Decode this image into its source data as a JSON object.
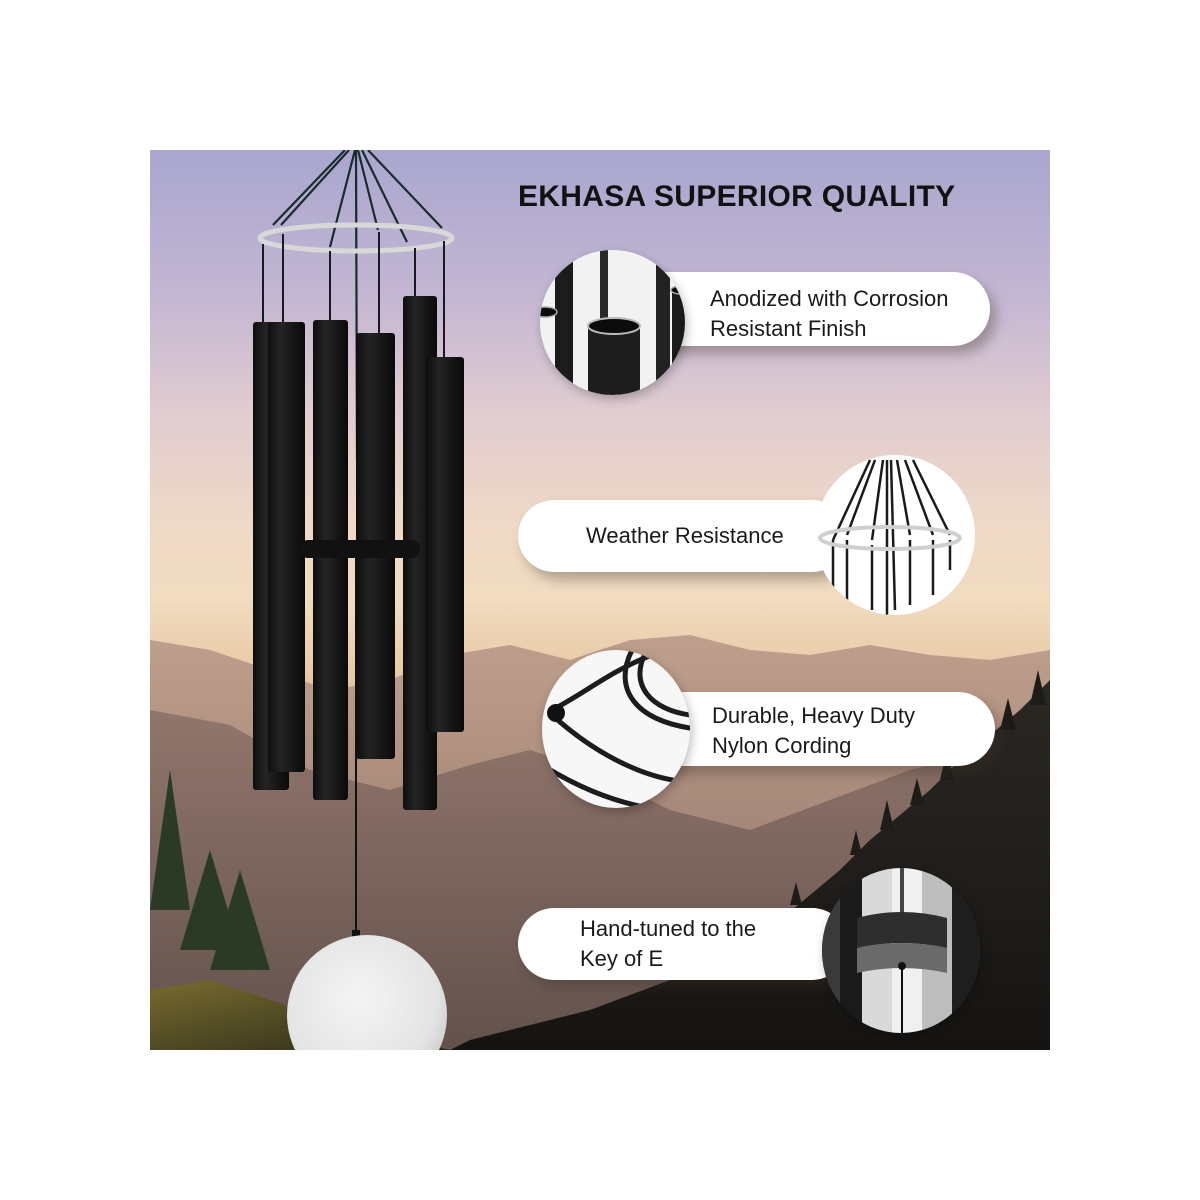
{
  "title": "EKHASA SUPERIOR QUALITY",
  "features": [
    {
      "lines": [
        "Anodized with Corrosion",
        "Resistant Finish"
      ],
      "icon": "tube-closeup-icon"
    },
    {
      "lines": [
        "Weather Resistance"
      ],
      "icon": "ring-frame-icon"
    },
    {
      "lines": [
        "Durable, Heavy Duty",
        "Nylon Cording"
      ],
      "icon": "nylon-cord-icon"
    },
    {
      "lines": [
        "Hand-tuned to the",
        "Key of E"
      ],
      "icon": "striker-closeup-icon"
    }
  ],
  "colors": {
    "tube": "#1a1a1a",
    "ring": "#d8d8d8",
    "sail_ball": "#e9ebea",
    "pill": "#ffffff",
    "text": "#121212"
  }
}
